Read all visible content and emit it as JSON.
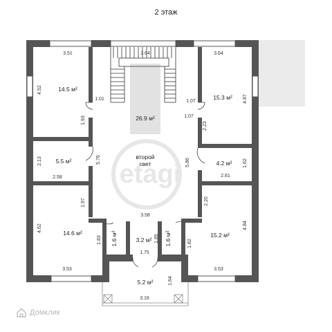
{
  "title": "2 этаж",
  "rooms": [
    {
      "id": "room-top-left",
      "area": "14.5 м²"
    },
    {
      "id": "room-top-right",
      "area": "15.3 м²"
    },
    {
      "id": "stair-void",
      "area": "26.9 м²"
    },
    {
      "id": "room-mid-left",
      "area": "5.5 м²"
    },
    {
      "id": "room-mid-right",
      "area": "4.2 м²"
    },
    {
      "id": "room-bottom-left",
      "area": "14.6 м²"
    },
    {
      "id": "room-bottom-right",
      "area": "15.2 м²"
    },
    {
      "id": "closet-left",
      "area": "1.6 м²"
    },
    {
      "id": "corridor-bottom",
      "area": "3.2 м²"
    },
    {
      "id": "closet-right",
      "area": "1.6 м²"
    },
    {
      "id": "balcony",
      "area": "5.2 м²"
    }
  ],
  "central_label": [
    "второй",
    "свет"
  ],
  "dimensions": [
    "3.51",
    "3.64",
    "3.64",
    "4.52",
    "1.01",
    "1.07",
    "4.87",
    "1.07",
    "1.93",
    "2.23",
    "2.13",
    "5.76",
    "5.86",
    "1.62",
    "2.58",
    "2.61",
    "1.97",
    "2.20",
    "3.58",
    "4.62",
    "4.84",
    "1.83",
    "1.85",
    "1.82",
    "1.75",
    "3.53",
    "3.53",
    "1.64",
    "3.16"
  ],
  "watermark": "etagi",
  "brand": "Домклик",
  "colors": {
    "wall": "#555555",
    "watermark": "#e7e7e7",
    "terrace": "#ebebeb",
    "void": "#e2e2e2"
  }
}
